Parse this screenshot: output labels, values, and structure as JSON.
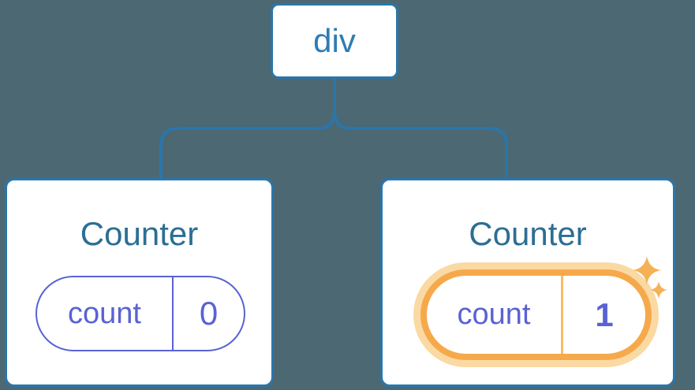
{
  "diagram": {
    "root_node": {
      "label": "div"
    },
    "left_counter": {
      "title": "Counter",
      "state_label": "count",
      "state_value": "0",
      "highlighted": false
    },
    "right_counter": {
      "title": "Counter",
      "state_label": "count",
      "state_value": "1",
      "highlighted": true
    },
    "colors": {
      "background": "#4c6872",
      "node_border_blue": "#2a76ab",
      "node_text_blue": "#2e7cb3",
      "title_blue": "#2c6e93",
      "state_purple": "#5a62d3",
      "highlight_orange": "#f6a94b",
      "highlight_glow": "#fbd9a3",
      "highlight_divider": "#f6bd63",
      "sparkle_orange": "#f6b156"
    }
  }
}
